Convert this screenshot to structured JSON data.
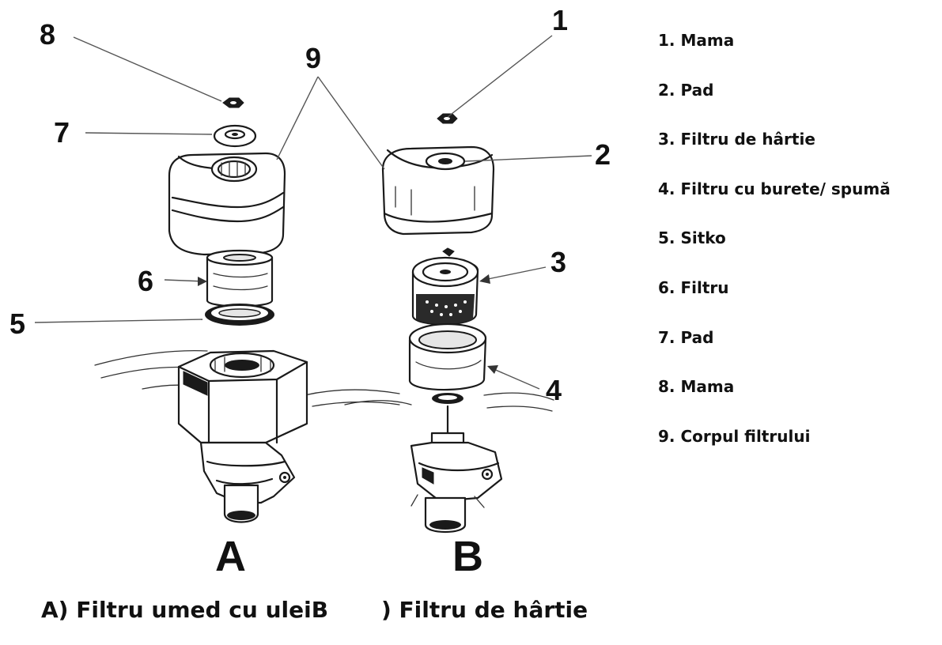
{
  "callouts": {
    "n1": "1",
    "n2": "2",
    "n3": "3",
    "n4": "4",
    "n5": "5",
    "n6": "6",
    "n7": "7",
    "n8": "8",
    "n9": "9"
  },
  "assemblies": {
    "a": "A",
    "b": "B"
  },
  "legend": [
    "1. Mama",
    "2. Pad",
    "3. Filtru de hârtie",
    "4. Filtru cu burete/ spumă",
    "5. Sitko",
    "6. Filtru",
    "7. Pad",
    "8. Mama",
    "9. Corpul filtrului"
  ],
  "captions": {
    "a": "A) Filtru umed cu uleiB",
    "b": ") Filtru de hârtie"
  }
}
